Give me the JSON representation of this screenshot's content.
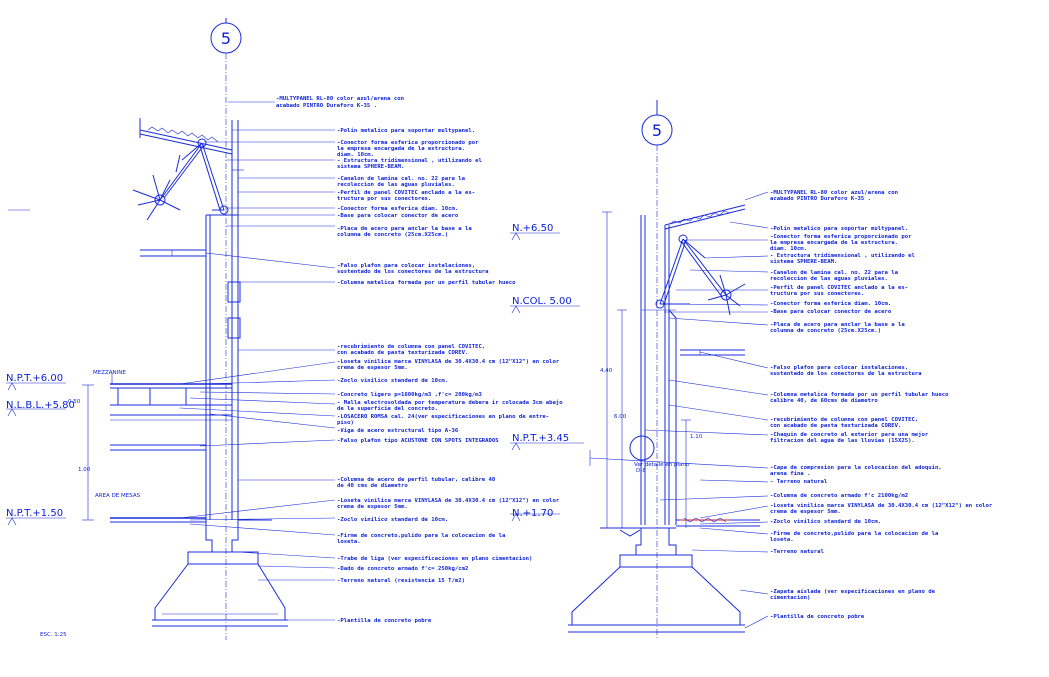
{
  "axis_labels": {
    "left": "5",
    "right": "5"
  },
  "scale_note": "ESC. 1:25",
  "left": {
    "levels": [
      {
        "text": "N.+6.50"
      },
      {
        "text": "N.COL.  5.00"
      },
      {
        "text": "N.P.T.+6.00"
      },
      {
        "text": "N.L.B.L.+5.80"
      },
      {
        "text": "N.P.T.+3.45"
      },
      {
        "text": "N.P.T.+1.50"
      },
      {
        "text": "N.+1.70"
      }
    ],
    "misc": {
      "mezzanine": "MEZZANINE",
      "dim1": "0.50",
      "dim2": "1.00",
      "area": "AREA DE MESAS"
    },
    "notes": [
      "-MULTYPANEL RL-80 color azul/arena con",
      "acabado PINTRO Duraforo K-35 .",
      "-Polin metalico para soportar multypanel.",
      "-Conector forma esferica proporcionado por",
      "la empresa encargada de la estructura.",
      "diam. 10cm.",
      "- Estructura tridimensional , utilizando el",
      "sistema SPHERE-BEAM.",
      "-Canalon de lamina cal. no. 22 para la",
      "recoleccion de las aguas pluviales.",
      "-Perfil de panel COVITEC anclado a la es-",
      "tructura por sus conectores.",
      "-Conector forma esferica diam. 10cm.",
      "-Base para colocar conector de acero",
      "-Placa de acero para anclar la base a la",
      "columna de concreto (25cm.X25cm.)",
      "-Falso plafon para colocar instalaciones,",
      "sustentado de los conectores de la estructura",
      "-Columna metalica formada por un perfil tubular hueco",
      "-recubrimiento de columna con panel COVITEC,",
      "con acabado de pasta texturizada COREV.",
      "-Loseta vinilica marca VINYLASA de 30.4X30.4 cm (12\"X12\") en color",
      "crema de espesor 5mm.",
      "-Zoclo vinilico standard de 10cm.",
      "-Concreto ligero p=1600kg/m3 ,f'c= 200kg/m3",
      "- Malla electrosoldada por temperatura debera ir colocada 3cm abajo",
      "de la superficie del concreto.",
      "-LOSACERO ROMSA cal. 24(ver especificaciones en plano de entre-",
      "piso)",
      "-Viga de acero estructural tipo A-36",
      "-Falso plafon tipo ACUSTONE CON SPOTS INTEGRADOS",
      "-Columna de acero de perfil tubular, calibre 40",
      "de 40 cms de diametro",
      "-Loseta vinilica marca VINYLASA de 30.4X30.4 cm (12\"X12\") en color",
      "crema de espesor 5mm.",
      "-Zoclo vinilico standard de 10cm.",
      "-Firme de concreto,pulido para la colocacion de la",
      "loseta.",
      "-Trabe de liga (ver especificaciones en plano cimentacion)",
      "-Dado de concreto armado f'c= 250kg/cm2",
      "-Terreno natural (resistencia 15 T/m2)",
      "-Plantilla de concreto pobre"
    ]
  },
  "right": {
    "levels": [],
    "misc": {
      "dim1": "4.40",
      "dim2": "6.00",
      "dim3": "1.10",
      "detail": "Ver detalle en plano",
      "detail2": "D-8"
    },
    "notes": [
      "-MULTYPANEL RL-80 color azul/arena con",
      "acabado PINTRO Duraforo K-35 .",
      "-Polin metalico para soportar multypanel.",
      "-Conector forma esferica proporcionado por",
      "la empresa encargada de la estructura.",
      "diam. 10cm.",
      "- Estructura tridimensional , utilizando el",
      "sistema SPHERE-BEAM.",
      "-Canalon de lamina cal. no. 22 para la",
      "recoleccion de las aguas pluviales.",
      "-Perfil de panel COVITEC anclado a la es-",
      "tructura por sus conectores.",
      "-Conector forma esferica diam. 10cm.",
      "-Base para colocar conector de acero",
      "-Placa de acero para anclar la base a la",
      "columna de concreto (25cm.X25cm.)",
      "-Falso plafon para colocar instalaciones,",
      "sustentado de los conectores de la estructura",
      "-Columna metalica formada por un perfil tubular hueco",
      "calibre 40,  de 60cms de diametro",
      "-recubrimiento de columna con panel COVITEC,",
      "con acabado de pasta texturizada COREV.",
      "-Chaquin de concreto al exterior para una mejor",
      "filtracion del agua de las lluvias (15X25).",
      "-Capa de compresion para la colocacion del adoquin,",
      "arena fina .",
      "- Terreno natural",
      "-Columna de concreto armado f'c 2100kg/m2",
      "-Loseta vinilica marca VINYLASA de 30.4X30.4 cm (12\"X12\") en color",
      "crema de espesor 5mm.",
      "-Zoclo vinilico standard de 10cm.",
      "-Firme de concreto,pulido para la colocacion de la",
      "loseta.",
      "-Terreno natural",
      "-Zapata aislada (ver especificaciones en plano de",
      "cimentacion)",
      "-Plantilla de concreto pobre"
    ]
  }
}
